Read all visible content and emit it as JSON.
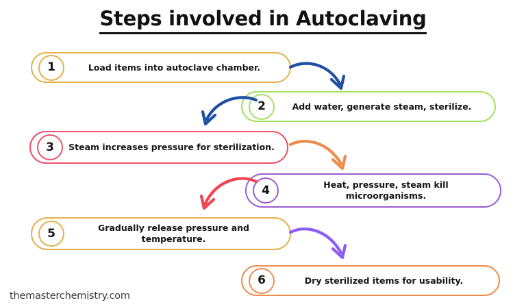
{
  "title": "Steps involved in Autoclaving",
  "footer": "themasterchemistry.com",
  "colors": {
    "amber": "#e5b04b",
    "green": "#a6df62",
    "red": "#e8536a",
    "purple": "#9a5cd0",
    "orange": "#ee8c4c",
    "arrow_blue": "#1f4fa3",
    "arrow_orange": "#ef8b4a",
    "arrow_red": "#ef4452",
    "arrow_purple": "#8b5cf6",
    "text": "#151515",
    "title": "#111111",
    "background": "#ffffff"
  },
  "steps": [
    {
      "number": "1",
      "text": "Load items into autoclave chamber.",
      "color": "#e5b04b",
      "side": "left",
      "lines": 1
    },
    {
      "number": "2",
      "text": "Add water, generate steam, sterilize.",
      "color": "#a6df62",
      "side": "right",
      "lines": 1
    },
    {
      "number": "3",
      "text": "Steam increases pressure for sterilization.",
      "color": "#e8536a",
      "side": "left",
      "lines": 2
    },
    {
      "number": "4",
      "text": "Heat, pressure, steam kill microorganisms.",
      "color": "#9a5cd0",
      "side": "right",
      "lines": 2
    },
    {
      "number": "5",
      "text": "Gradually release pressure and temperature.",
      "color": "#e5b04b",
      "side": "left",
      "lines": 2
    },
    {
      "number": "6",
      "text": "Dry sterilized items for usability.",
      "color": "#ee8c4c",
      "side": "right",
      "lines": 1
    }
  ],
  "arrows": [
    {
      "from": "1",
      "to": "2",
      "color": "#1f4fa3",
      "direction": "right-down"
    },
    {
      "from": "2",
      "to": "3",
      "color": "#1f4fa3",
      "direction": "left-down"
    },
    {
      "from": "3",
      "to": "4",
      "color": "#ef8b4a",
      "direction": "right-down"
    },
    {
      "from": "4",
      "to": "5",
      "color": "#ef4452",
      "direction": "left-down"
    },
    {
      "from": "5",
      "to": "6",
      "color": "#8b5cf6",
      "direction": "right-down"
    }
  ]
}
